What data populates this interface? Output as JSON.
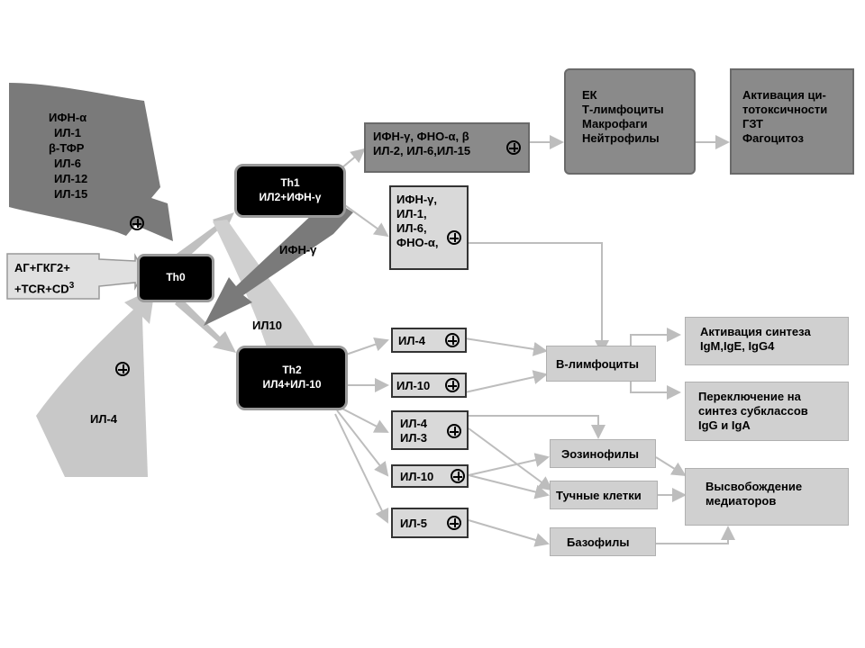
{
  "diagram": {
    "th0": "Th0",
    "th1": {
      "title": "Th1",
      "subtitle": "ИЛ2+ИФН-γ"
    },
    "th2": {
      "title": "Th2",
      "subtitle": "ИЛ4+ИЛ-10"
    },
    "stimulus_th1": [
      "ИФН-α",
      "ИЛ-1",
      "β-ТФР",
      "ИЛ-6",
      "ИЛ-12",
      "ИЛ-15"
    ],
    "antigen": {
      "line1": "АГ+ГКГ2+",
      "line2": "+TCR+CD",
      "sup": "3"
    },
    "il4_in": "ИЛ-4",
    "ifn_gamma_arrow": "ИФН-γ",
    "il10_arrow": "ИЛ10",
    "th1_out": "ИФН-γ, ФНО-α, β ИЛ-2, ИЛ-6,ИЛ-15",
    "effectors": [
      "ЕК",
      "Т-лимфоциты",
      "Макрофаги",
      "Нейтрофилы"
    ],
    "activation": [
      "Активация ци-",
      "тотоксичности",
      "ГЗТ",
      "Фагоцитоз"
    ],
    "th1_b": [
      "ИФН-γ,",
      "ИЛ-1,",
      "ИЛ-6,",
      "ФНО-α,"
    ],
    "th2_out": {
      "il4": "ИЛ-4",
      "il10": "ИЛ-10",
      "il4_il3": [
        "ИЛ-4",
        "ИЛ-3"
      ],
      "il10b": "ИЛ-10",
      "il5": "ИЛ-5"
    },
    "b_cells": "В-лимфоциты",
    "synth_activation": [
      "Активация синтеза",
      "IgM,IgE, IgG4"
    ],
    "switch": [
      "Переключение на",
      "синтез субклассов",
      "IgG и IgA"
    ],
    "eosinophils": "Эозинофилы",
    "mast_cells": "Тучные клетки",
    "basophils": "Базофилы",
    "mediators": [
      "Высвобождение",
      "медиаторов"
    ],
    "colors": {
      "dark_gray": "#7a7a7a",
      "light_gray": "#cccccc",
      "box_gray": "#d8d8d8",
      "black": "#000000"
    }
  }
}
